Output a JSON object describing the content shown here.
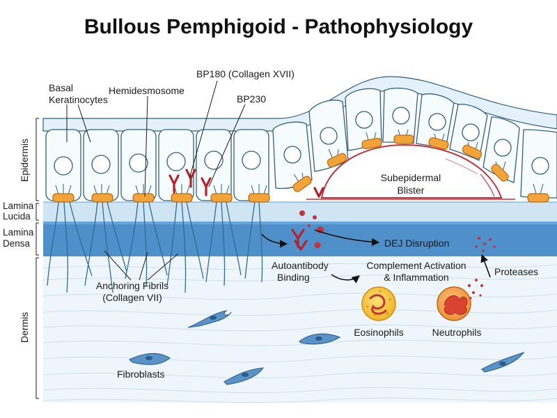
{
  "title": "Bullous Pemphigoid - Pathophysiology",
  "layers": {
    "epidermis": "Epidermis",
    "lamina_lucida_1": "Lamina",
    "lamina_lucida_2": "Lucida",
    "lamina_densa_1": "Lamina",
    "lamina_densa_2": "Densa",
    "dermis": "Dermis"
  },
  "labels": {
    "basal_1": "Basal",
    "basal_2": "Keratinocytes",
    "hemidesmosome": "Hemidesmosome",
    "bp180": "BP180 (Collagen XVII)",
    "bp230": "BP230",
    "blister_1": "Subepidermal",
    "blister_2": "Blister",
    "dej": "DEJ Disruption",
    "autoab_1": "Autoantibody",
    "autoab_2": "Binding",
    "complement_1": "Complement Activation",
    "complement_2": "& Inflammation",
    "proteases": "Proteases",
    "anchoring_1": "Anchoring Fibrils",
    "anchoring_2": "(Collagen VII)",
    "eosinophils": "Eosinophils",
    "neutrophils": "Neutrophils",
    "fibroblasts": "Fibroblasts"
  },
  "colors": {
    "dermis_bg": "#eef6fb",
    "lamina_lucida": "#cfe5f4",
    "lamina_densa": "#4f8fca",
    "cell_outline": "#2e5f80",
    "hemidesmosome": "#f2a43a",
    "antibody": "#b5222c",
    "eosinophil": "#f6c640",
    "neutrophil": "#f3a24a",
    "fibroblast": "#5b93c7"
  }
}
